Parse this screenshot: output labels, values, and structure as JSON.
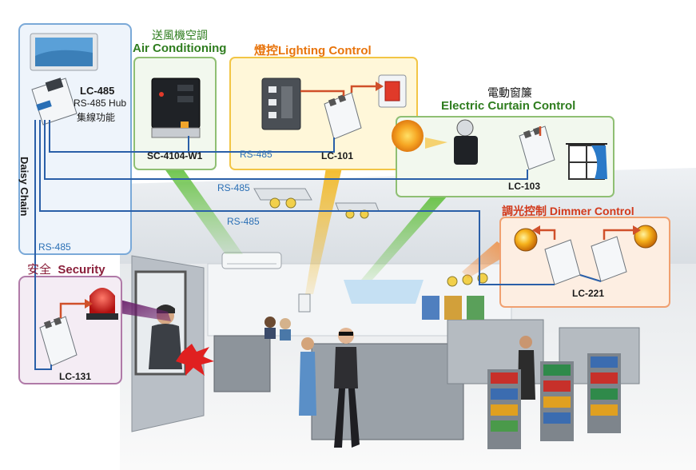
{
  "hub": {
    "model": "LC-485",
    "desc": "RS-485 Hub",
    "desc_cn": "集線功能",
    "chain_label": "Daisy Chain"
  },
  "air": {
    "title_cn": "送風機空調",
    "title_en": "Air Conditioning",
    "model": "SC-4104-W1"
  },
  "lighting": {
    "title_cn": "燈控",
    "title_en": "Lighting Control",
    "model": "LC-101"
  },
  "curtain": {
    "title_cn": "電動窗簾",
    "title_en": "Electric Curtain Control",
    "model": "LC-103"
  },
  "dimmer": {
    "title_cn": "調光控制",
    "title_en": "Dimmer Control",
    "model": "LC-221"
  },
  "security": {
    "title_cn": "安全",
    "title_en": "Security",
    "model": "LC-131"
  },
  "bus_labels": [
    "RS-485",
    "RS-485",
    "RS-485",
    "RS-485"
  ],
  "colors": {
    "hub_border": "#7aa9d8",
    "air_border": "#8fbf73",
    "lighting_border": "#f2c545",
    "curtain_border": "#8fbf73",
    "dimmer_border": "#f0a070",
    "security_border": "#b07aa8",
    "bus_line": "#2a5fa8",
    "relay_arrow": "#d0502a"
  }
}
